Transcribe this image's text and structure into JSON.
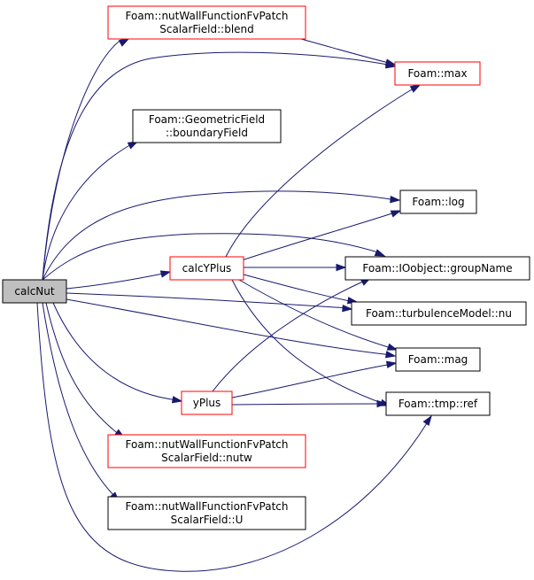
{
  "colors": {
    "edge": "#191970",
    "node_border_default": "#000000",
    "node_border_expandable": "#ff0000",
    "root_fill": "#bfbfbf",
    "node_fill": "#ffffff"
  },
  "nodes": [
    {
      "id": "calcNut",
      "lines": [
        "calcNut"
      ],
      "style": "root"
    },
    {
      "id": "blend",
      "lines": [
        "Foam::nutWallFunctionFvPatch",
        "ScalarField::blend"
      ],
      "style": "expandable"
    },
    {
      "id": "max",
      "lines": [
        "Foam::max"
      ],
      "style": "expandable"
    },
    {
      "id": "boundaryField",
      "lines": [
        "Foam::GeometricField",
        "::boundaryField"
      ],
      "style": "default"
    },
    {
      "id": "log",
      "lines": [
        "Foam::log"
      ],
      "style": "default"
    },
    {
      "id": "calcYPlus",
      "lines": [
        "calcYPlus"
      ],
      "style": "expandable"
    },
    {
      "id": "groupName",
      "lines": [
        "Foam::IOobject::groupName"
      ],
      "style": "default"
    },
    {
      "id": "nu",
      "lines": [
        "Foam::turbulenceModel::nu"
      ],
      "style": "default"
    },
    {
      "id": "mag",
      "lines": [
        "Foam::mag"
      ],
      "style": "default"
    },
    {
      "id": "yPlus",
      "lines": [
        "yPlus"
      ],
      "style": "expandable"
    },
    {
      "id": "ref",
      "lines": [
        "Foam::tmp::ref"
      ],
      "style": "default"
    },
    {
      "id": "nutw",
      "lines": [
        "Foam::nutWallFunctionFvPatch",
        "ScalarField::nutw"
      ],
      "style": "expandable"
    },
    {
      "id": "U",
      "lines": [
        "Foam::nutWallFunctionFvPatch",
        "ScalarField::U"
      ],
      "style": "default"
    }
  ],
  "edges": [
    {
      "from": "calcNut",
      "to": "blend"
    },
    {
      "from": "calcNut",
      "to": "max"
    },
    {
      "from": "calcNut",
      "to": "boundaryField"
    },
    {
      "from": "calcNut",
      "to": "log"
    },
    {
      "from": "calcNut",
      "to": "groupName"
    },
    {
      "from": "calcNut",
      "to": "calcYPlus"
    },
    {
      "from": "calcNut",
      "to": "nu"
    },
    {
      "from": "calcNut",
      "to": "mag"
    },
    {
      "from": "calcNut",
      "to": "yPlus"
    },
    {
      "from": "calcNut",
      "to": "nutw"
    },
    {
      "from": "calcNut",
      "to": "U"
    },
    {
      "from": "calcNut",
      "to": "ref"
    },
    {
      "from": "blend",
      "to": "max"
    },
    {
      "from": "calcYPlus",
      "to": "max"
    },
    {
      "from": "calcYPlus",
      "to": "log"
    },
    {
      "from": "calcYPlus",
      "to": "groupName"
    },
    {
      "from": "calcYPlus",
      "to": "nu"
    },
    {
      "from": "calcYPlus",
      "to": "mag"
    },
    {
      "from": "calcYPlus",
      "to": "ref"
    },
    {
      "from": "yPlus",
      "to": "groupName"
    },
    {
      "from": "yPlus",
      "to": "mag"
    },
    {
      "from": "yPlus",
      "to": "ref"
    }
  ]
}
